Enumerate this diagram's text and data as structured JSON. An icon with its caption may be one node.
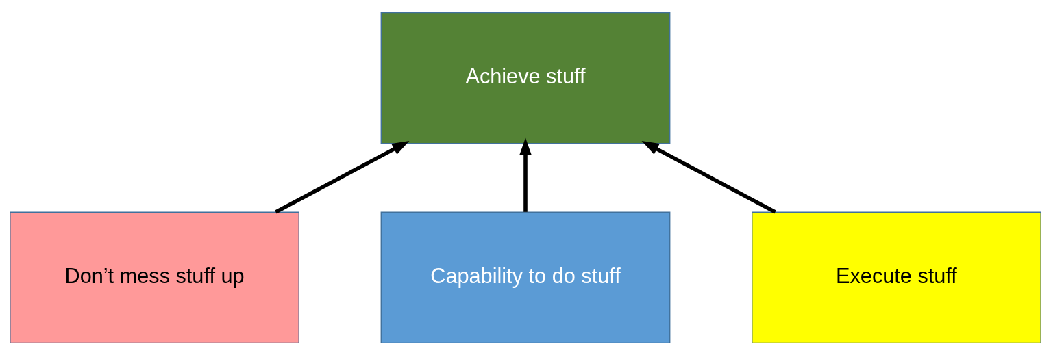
{
  "diagram": {
    "nodes": [
      {
        "text": [
          "Achieve stuff"
        ]
      },
      {
        "text": [
          "Don’t mess stuff up"
        ]
      },
      {
        "text": [
          "Capability to do stuff"
        ]
      },
      {
        "text": [
          "Execute stuff"
        ]
      }
    ],
    "edges": [
      {
        "from": 1,
        "to": 0,
        "arrow": "to"
      },
      {
        "from": 2,
        "to": 0,
        "arrow": "to"
      },
      {
        "from": 3,
        "to": 0,
        "arrow": "to"
      }
    ]
  }
}
